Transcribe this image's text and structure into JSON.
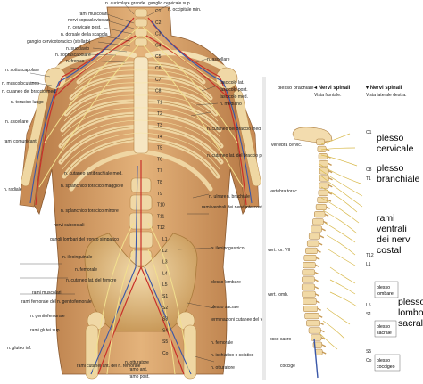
{
  "left_figure": {
    "top_labels": [
      "n. auricolare grande",
      "ganglio cervicale sup.",
      "n. occipitale min.",
      "rami muscolari",
      "nervi sopraclavicolari",
      "n. cervicale post.",
      "n. dorsale della scapola",
      "ganglio cervicotoracico (stellato)",
      "n. succlavio",
      "n. soprascapolare",
      "n. frenico",
      "n. ascellare"
    ],
    "left_labels": [
      "n. sottoscapolare",
      "n. muscolocutaneo",
      "n. cutaneo del braccio med.",
      "n. toracico lungo",
      "n. ascellare",
      "rami comunicanti",
      "n. radiale",
      "nervi subcostali",
      "rami muscolari",
      "rami femorale del n. genitofemorale",
      "n. genitofemorale",
      "rami glutei sup.",
      "n. gluteo inf."
    ],
    "mid_labels": [
      "n. cutaneo antibrachiale med.",
      "n. splancnico toracico maggiore",
      "n. splancnico toracico minore",
      "gangli lombari del tronco simpatico",
      "n. ileoinguinale",
      "n. femorale",
      "n. cutaneo lat. del femore"
    ],
    "right_labels": [
      "fascicolo lat.",
      "fascicolo post.",
      "fascicolo med.",
      "n. mediano",
      "n. cutaneo del braccio med.",
      "n. cutaneo lat. del braccio post.",
      "n. ulnare",
      "n. brachiale",
      "rami ventrali dei nervi intercostali",
      "n. ileoipogastrico",
      "plesso lombare",
      "plesso sacrale",
      "terminazioni cutanee del femore",
      "n. femorale",
      "n. ischiatico o sciatico",
      "n. otturatore"
    ],
    "bottom_labels": [
      "rami cutanei ant. del n. femorale",
      "n. otturatore",
      "ramo ant.",
      "ramo post."
    ],
    "spine_labels": [
      "C1",
      "C2",
      "C3",
      "C4",
      "C5",
      "C6",
      "C7",
      "C8",
      "T1",
      "T2",
      "T3",
      "T4",
      "T5",
      "T6",
      "T7",
      "T8",
      "T9",
      "T10",
      "T11",
      "T12",
      "L1",
      "L2",
      "L3",
      "L4",
      "L5",
      "S1",
      "S2",
      "S3",
      "S4",
      "S5",
      "Co"
    ]
  },
  "right_figure": {
    "header_plexus": "plesso brachiale",
    "legend_front": "Nervi spinali",
    "legend_front_sub": "Vista frontale.",
    "legend_side": "Nervi spinali",
    "legend_side_sub": "Vista laterale destra.",
    "vertebra_labels": [
      "vertebra cervic.",
      "vertebra torac.",
      "vert. lor. VII",
      "vert. lomb.",
      "osso sacro",
      "coccige"
    ],
    "segment_labels": [
      "C1",
      "C8",
      "T1",
      "T12",
      "L1",
      "L5",
      "S1",
      "S5",
      "Co"
    ],
    "annotations": {
      "cervicale": "plesso\ncervicale",
      "branchiale": "plesso\nbranchiale",
      "costali": "rami\nventrali\ndei nervi\ncostali",
      "lombosacrale": "plesso\nlombo-\nsacrale",
      "box_lombare": "plesso\nlombare",
      "box_sacrale": "plesso\nsacrale",
      "box_coccigeo": "plesso\ncoccigeo"
    }
  },
  "colors": {
    "bone": "#e9c98f",
    "bone_shade": "#c79a55",
    "skin": "#d9a06a",
    "nerve": "#e8d27a",
    "artery": "#c8302a",
    "vein": "#3a57a8"
  }
}
